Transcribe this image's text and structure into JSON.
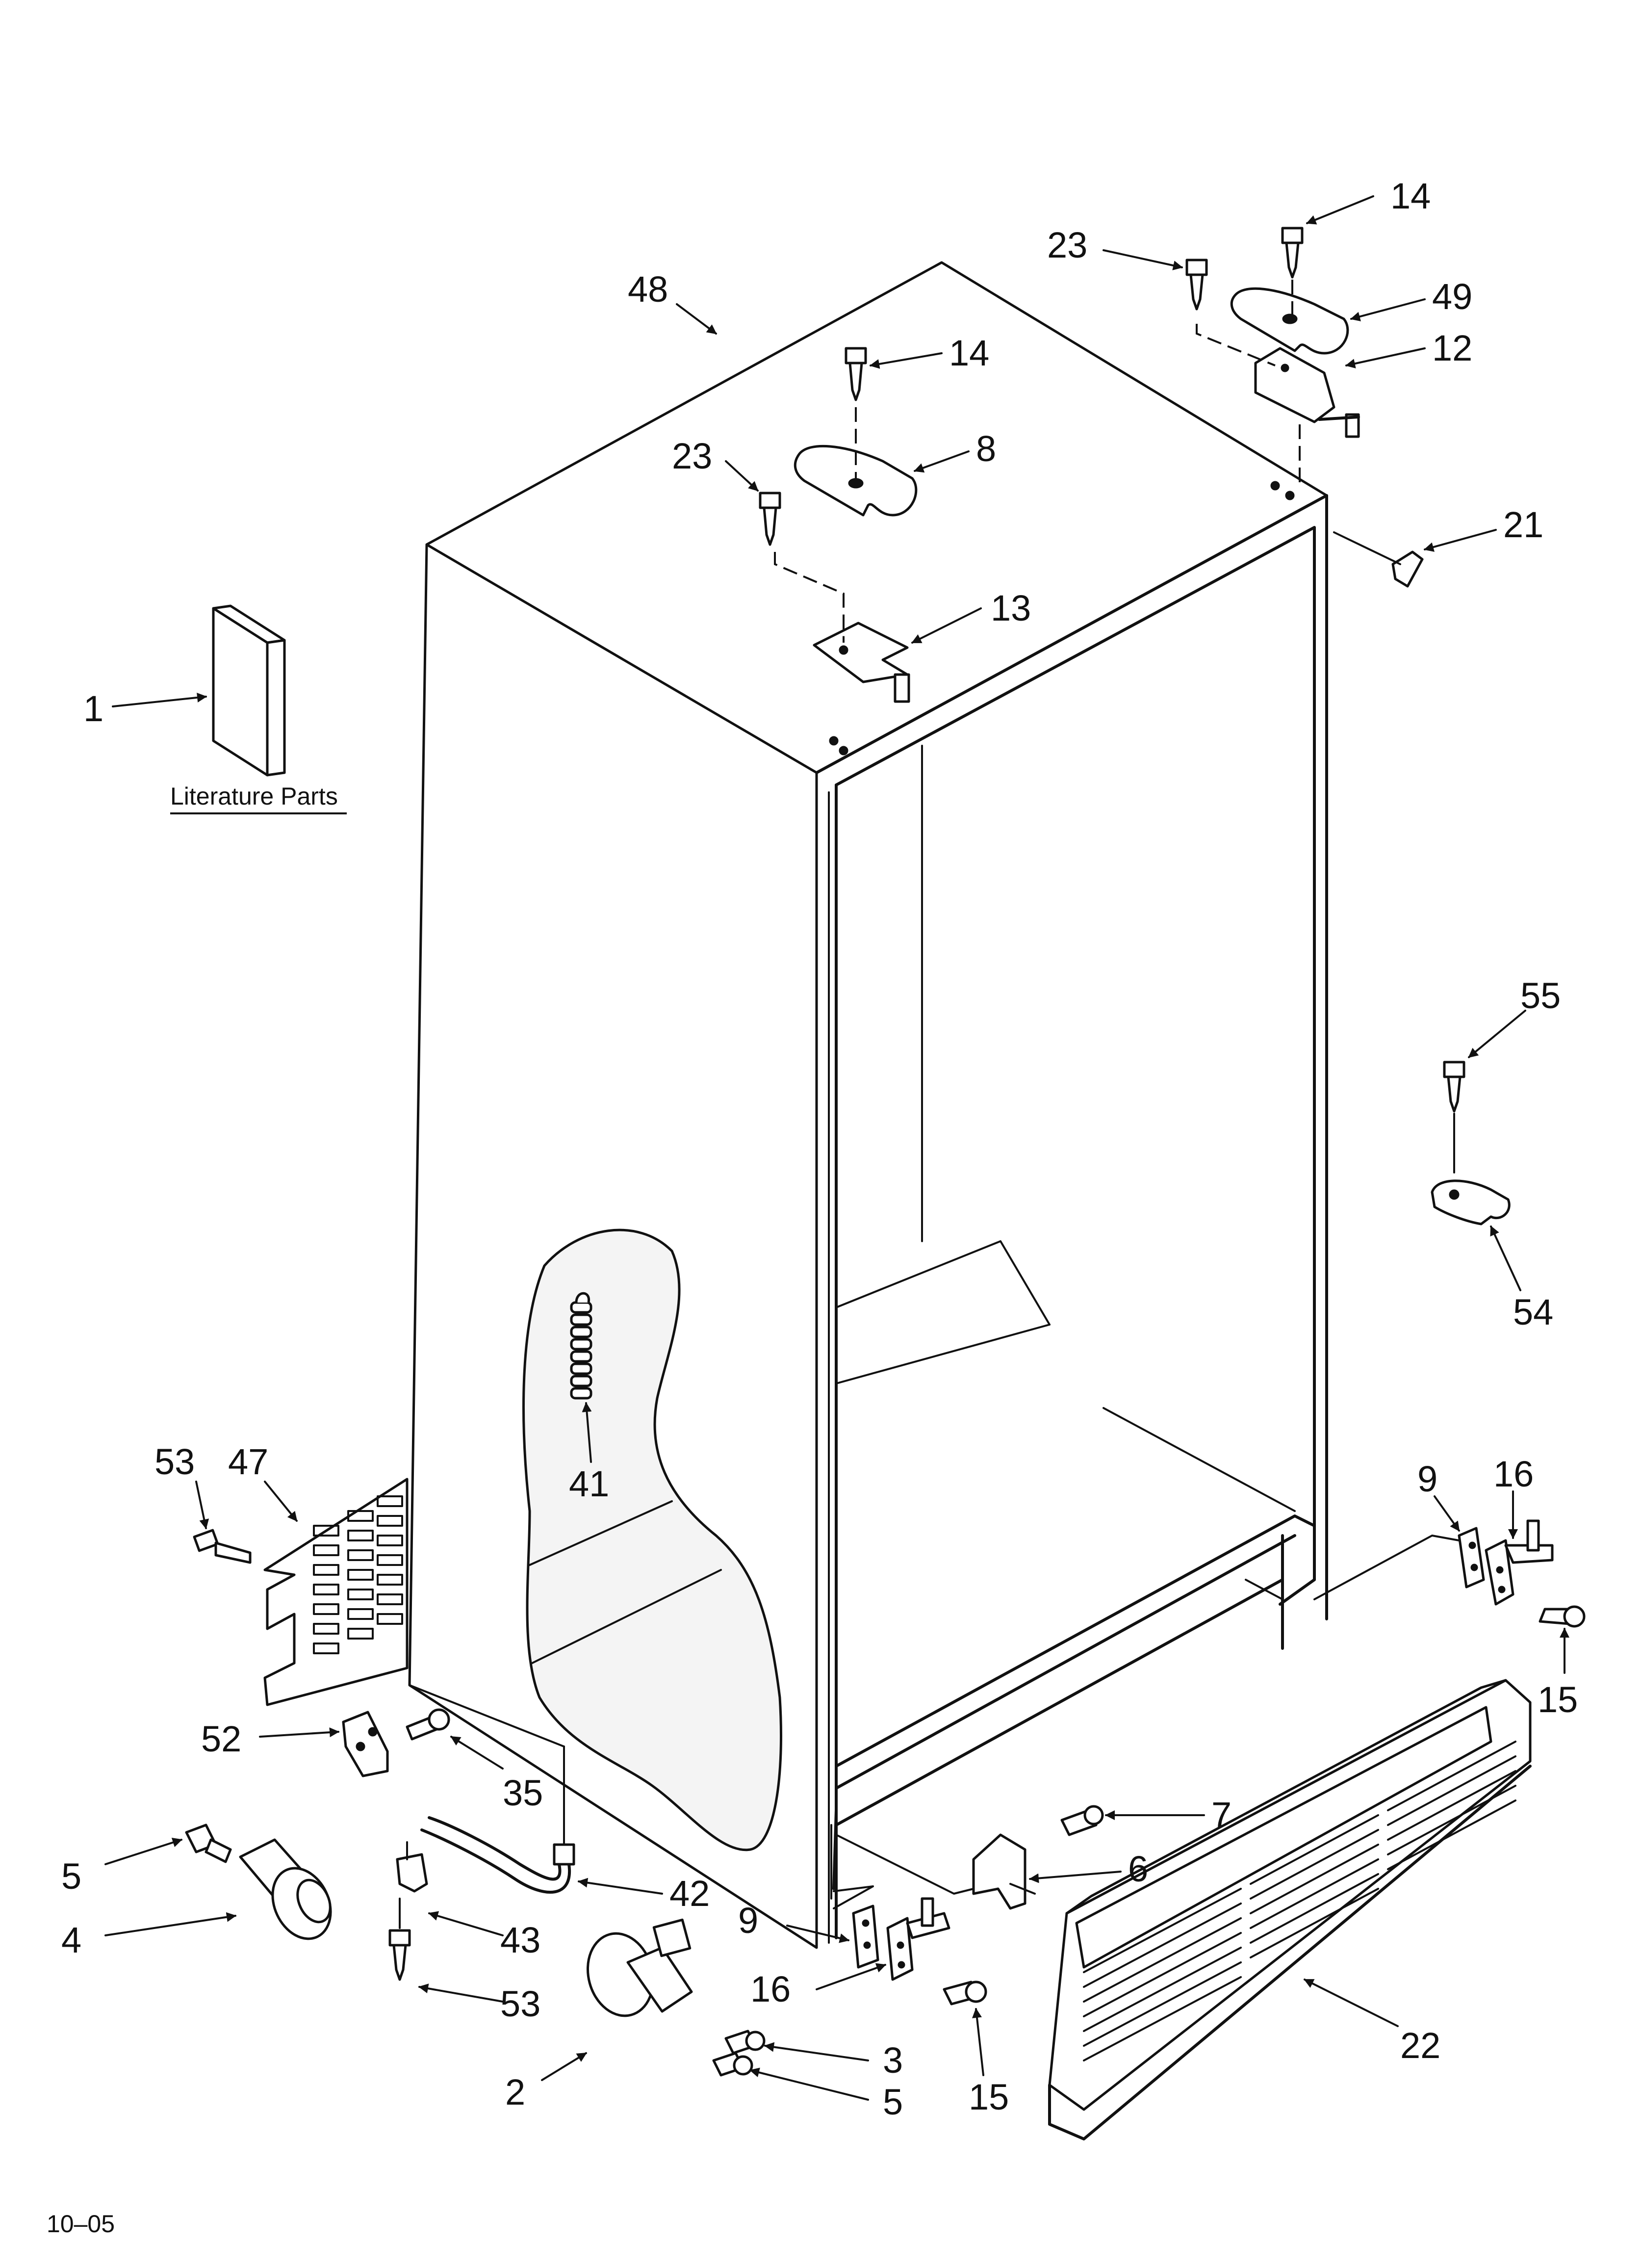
{
  "diagram": {
    "callouts": {
      "c1": "1",
      "c2": "2",
      "c3": "3",
      "c4": "4",
      "c5a": "5",
      "c5b": "5",
      "c6": "6",
      "c7": "7",
      "c8": "8",
      "c9a": "9",
      "c9b": "9",
      "c12": "12",
      "c13": "13",
      "c14a": "14",
      "c14b": "14",
      "c15a": "15",
      "c15b": "15",
      "c16a": "16",
      "c16b": "16",
      "c21": "21",
      "c22": "22",
      "c23a": "23",
      "c23b": "23",
      "c35": "35",
      "c41": "41",
      "c42": "42",
      "c43": "43",
      "c47": "47",
      "c48": "48",
      "c49": "49",
      "c52": "52",
      "c53a": "53",
      "c53b": "53",
      "c54": "54",
      "c55": "55"
    },
    "literature_label": "Literature Parts",
    "date_code": "10–05"
  }
}
